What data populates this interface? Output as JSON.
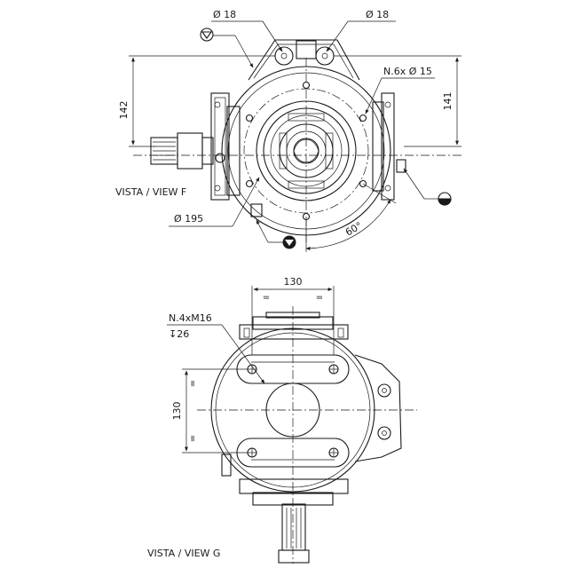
{
  "view_f": {
    "label": "VISTA / VIEW F",
    "dim_hole_left": "Ø 18",
    "dim_hole_right": "Ø 18",
    "dim_holes_6x": "N.6x  Ø 15",
    "dim_height_left": "142",
    "dim_height_right": "141",
    "dim_bolt_circle": "Ø 195",
    "dim_angle": "60°"
  },
  "view_g": {
    "label": "VISTA / VIEW G",
    "dim_width": "130",
    "dim_height": "130",
    "thread_spec": "N.4xM16",
    "thread_depth": "↧26",
    "equal_mark": "="
  },
  "symbols": {
    "fill_plug": "fill-plug-symbol",
    "level_plug": "level-plug-symbol",
    "drain_plug": "drain-plug-symbol"
  }
}
